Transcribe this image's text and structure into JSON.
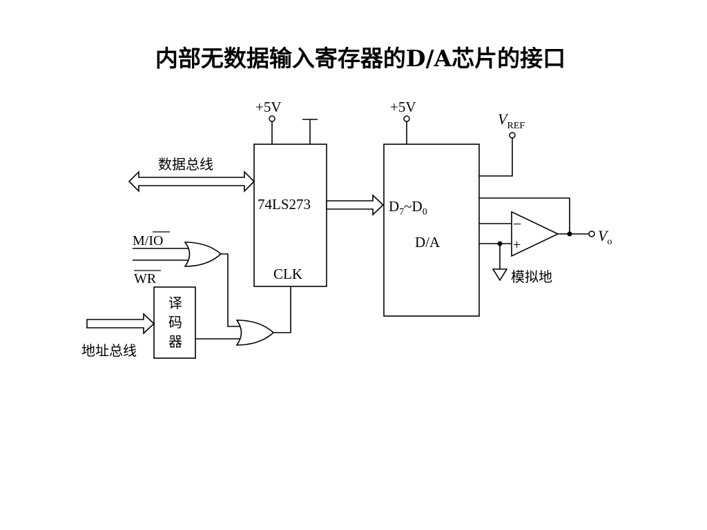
{
  "title": "内部无数据输入寄存器的D/A芯片的接口",
  "labels": {
    "vcc_left": "+5V",
    "vcc_right": "+5V",
    "vref_main": "V",
    "vref_sub": "REF",
    "data_bus": "数据总线",
    "latch_chip": "74LS273",
    "latch_clk": "CLK",
    "dac_inputs_d7": "D",
    "dac_inputs_sub7": "7",
    "dac_inputs_tilde": "~D",
    "dac_inputs_sub0": "0",
    "dac_name": "D/A",
    "opamp_minus": "−",
    "opamp_plus": "+",
    "vo_main": "V",
    "vo_sub": "o",
    "analog_ground": "模拟地",
    "m_io": "M/IO",
    "wr": "WR",
    "decoder_line1": "译",
    "decoder_line2": "码",
    "decoder_line3": "器",
    "address_bus": "地址总线"
  }
}
